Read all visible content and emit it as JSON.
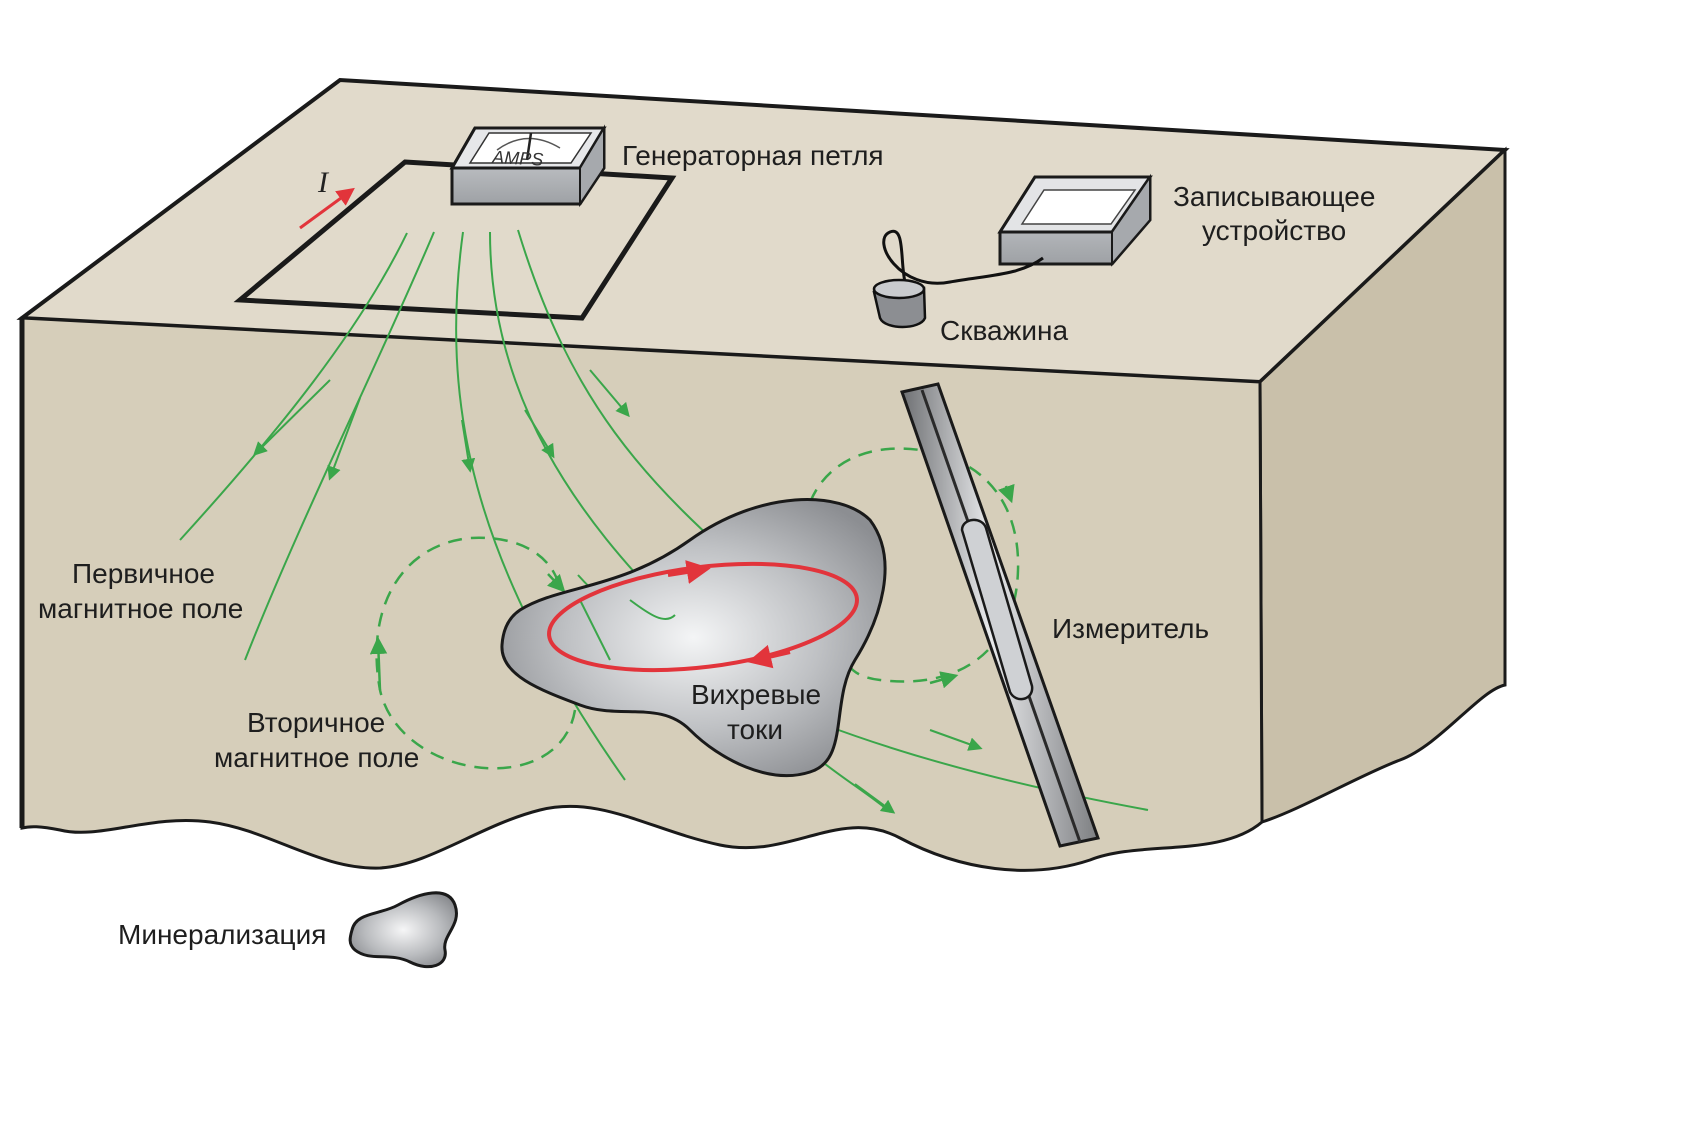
{
  "labels": {
    "generator_loop": "Генераторная петля",
    "recorder_line1": "Записывающее",
    "recorder_line2": "устройство",
    "borehole": "Скважина",
    "primary_line1": "Первичное",
    "primary_line2": "магнитное поле",
    "secondary_line1": "Вторичное",
    "secondary_line2": "магнитное поле",
    "eddy_line1": "Вихревые",
    "eddy_line2": "токи",
    "probe": "Измеритель",
    "mineralization": "Минерализация",
    "current_symbol": "I",
    "meter_text": "AMPS"
  },
  "colors": {
    "ground_top": "#e1dacb",
    "ground_front": "#d6ceba",
    "ground_side": "#c9c0aa",
    "outline": "#1a1a1a",
    "field_line": "#3aa64a",
    "eddy_current": "#e2343b",
    "current_arrow": "#e2343b",
    "ore_body": "#a9abae",
    "device_body": "#c4c6c9"
  },
  "icons": {
    "generator": "ammeter-box-icon",
    "recorder": "recorder-box-icon",
    "borehole_cup": "borehole-cup-icon"
  }
}
